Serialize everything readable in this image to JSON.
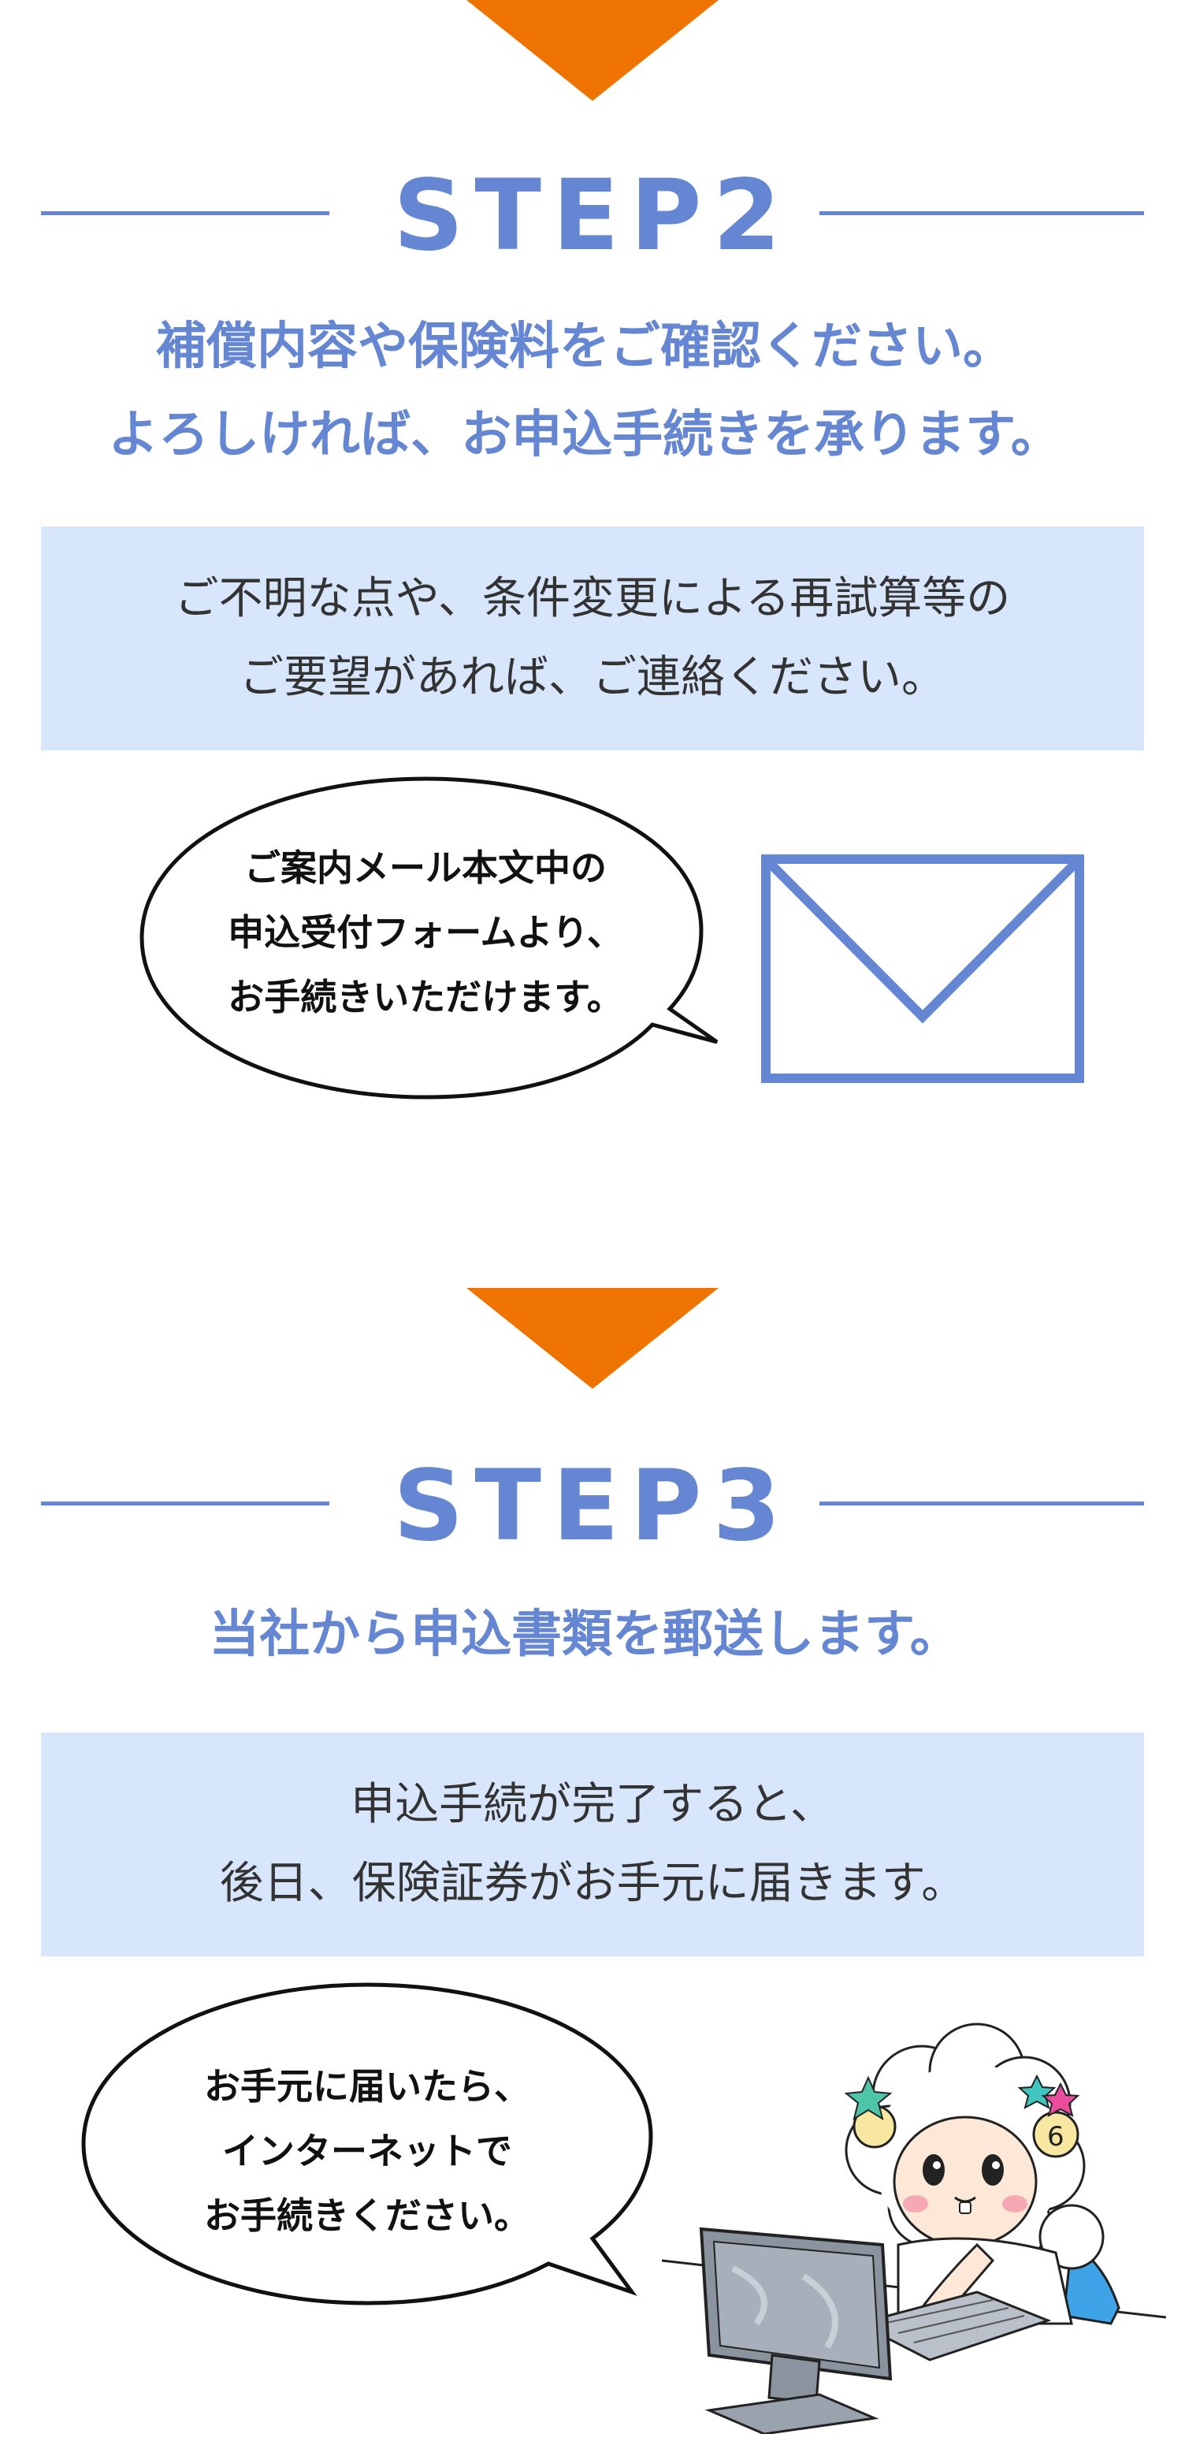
{
  "step2": {
    "title": "STEP2",
    "lead": "補償内容や保険料をご確認ください。\nよろしければ、お申込手続きを承ります。",
    "note": "ご不明な点や、条件変更による再試算等の\nご要望があれば、ご連絡ください。",
    "bubble": "ご案内メール本文中の\n申込受付フォームより、\nお手続きいただけます。"
  },
  "step3": {
    "title": "STEP3",
    "lead": "当社から申込書類を郵送します。",
    "note": "申込手続が完了すると、\n後日、保険証券がお手元に届きます。",
    "bubble": "お手元に届いたら、\nインターネットで\nお手続きください。"
  },
  "colors": {
    "accent": "#6486d3",
    "arrow": "#ef7300",
    "note_bg": "#d8e6fc"
  },
  "icons": {
    "arrow": "down-arrow-icon",
    "mail": "envelope-icon"
  }
}
